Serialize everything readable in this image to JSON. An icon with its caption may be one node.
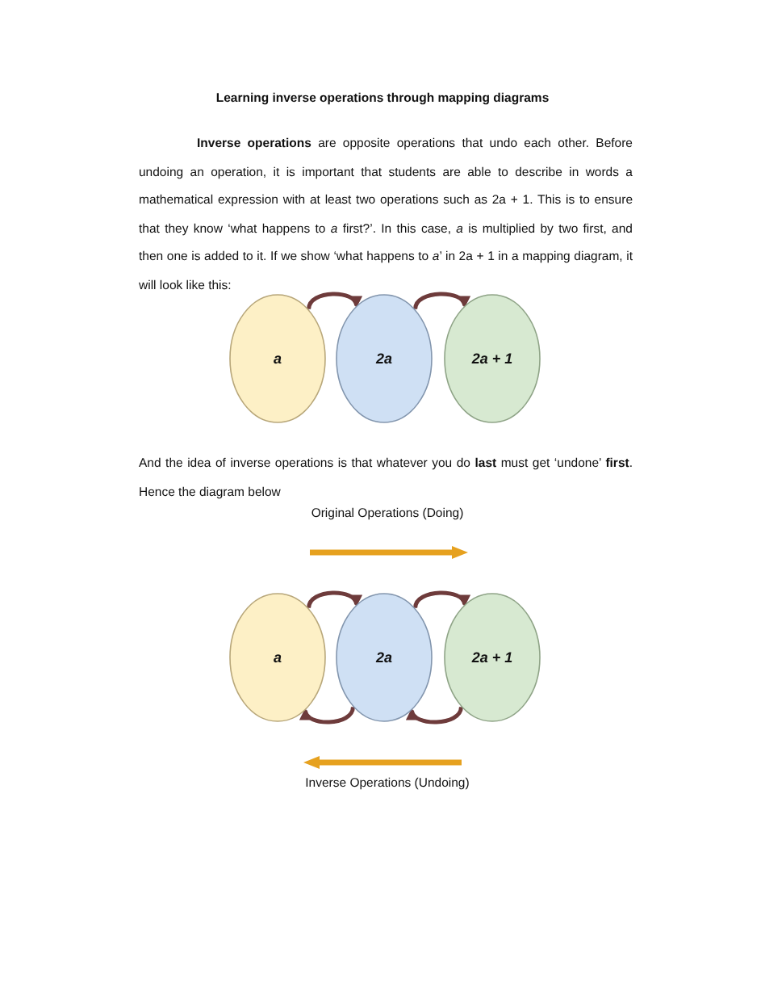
{
  "diagram": {
    "title": "Learning inverse operations through mapping diagrams",
    "nodes": [
      {
        "text": [
          "a"
        ]
      },
      {
        "text": [
          "2a"
        ]
      },
      {
        "text": [
          "2a + 1"
        ]
      },
      {
        "text": [
          "a"
        ]
      },
      {
        "text": [
          "2a"
        ]
      },
      {
        "text": [
          "2a + 1"
        ]
      }
    ],
    "edges": [
      {
        "from": 0,
        "to": 1,
        "arrow": "to"
      },
      {
        "from": 1,
        "to": 2,
        "arrow": "to"
      },
      {
        "from": 3,
        "to": 4,
        "arrow": "to"
      },
      {
        "from": 4,
        "to": 5,
        "arrow": "to"
      },
      {
        "from": 4,
        "to": 3,
        "arrow": "to"
      },
      {
        "from": 5,
        "to": 4,
        "arrow": "to"
      }
    ],
    "labels": [
      "**Inverse operations** are opposite operations that undo each other. Before undoing an operation, it is important that students are able to describe in words a mathematical expression with at least two operations such as 2a + 1. This is to ensure that they know ‘what happens to *a* first?’. In this case, *a* is multiplied by two first, and then one is added to it. If we show ‘what happens to *a*’ in 2a + 1 in a mapping diagram, it will look like this:",
      "And the idea of inverse operations is that whatever you do **last** must get ‘undone’ **first**. Hence the diagram below",
      "Original Operations (Doing)",
      "Inverse Operations (Undoing)"
    ]
  }
}
